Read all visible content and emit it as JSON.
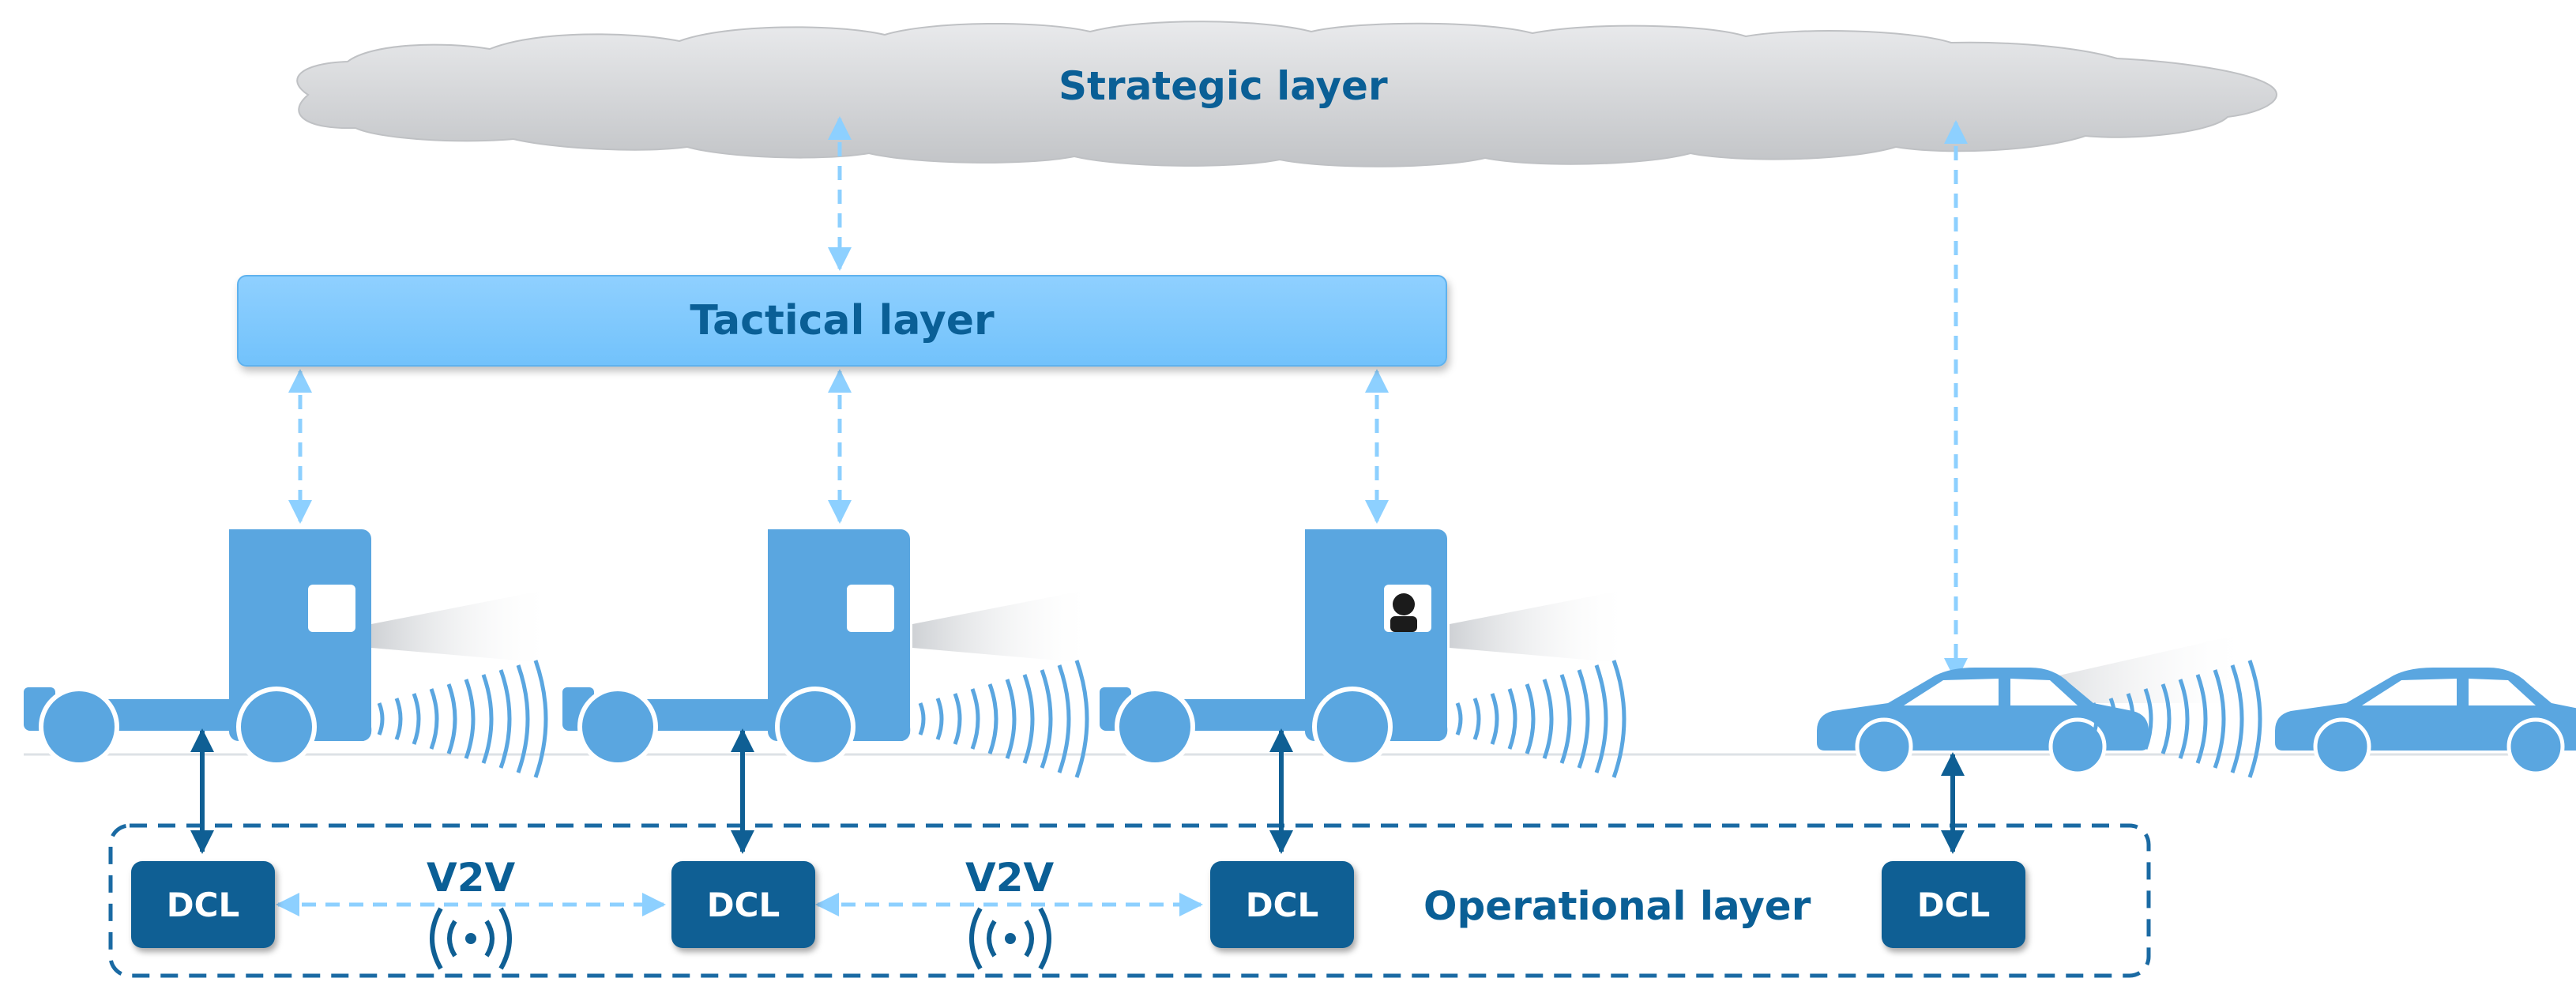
{
  "layers": {
    "strategic": "Strategic layer",
    "tactical": "Tactical layer",
    "operational": "Operational layer"
  },
  "dcl_nodes": [
    "DCL",
    "DCL",
    "DCL",
    "DCL"
  ],
  "links": {
    "v2v_1": "V2V",
    "v2v_2": "V2V"
  },
  "colors": {
    "dark_blue": "#0f5f94",
    "vehicle_blue": "#5aa6e0",
    "light_arrow": "#8dd0ff",
    "tactical_fill": "#7fc8fd",
    "cloud_fill": "#d4d6d9"
  },
  "icons": [
    "cloud-icon",
    "truck-icon",
    "car-icon",
    "wireless-signal-icon",
    "driver-icon"
  ]
}
